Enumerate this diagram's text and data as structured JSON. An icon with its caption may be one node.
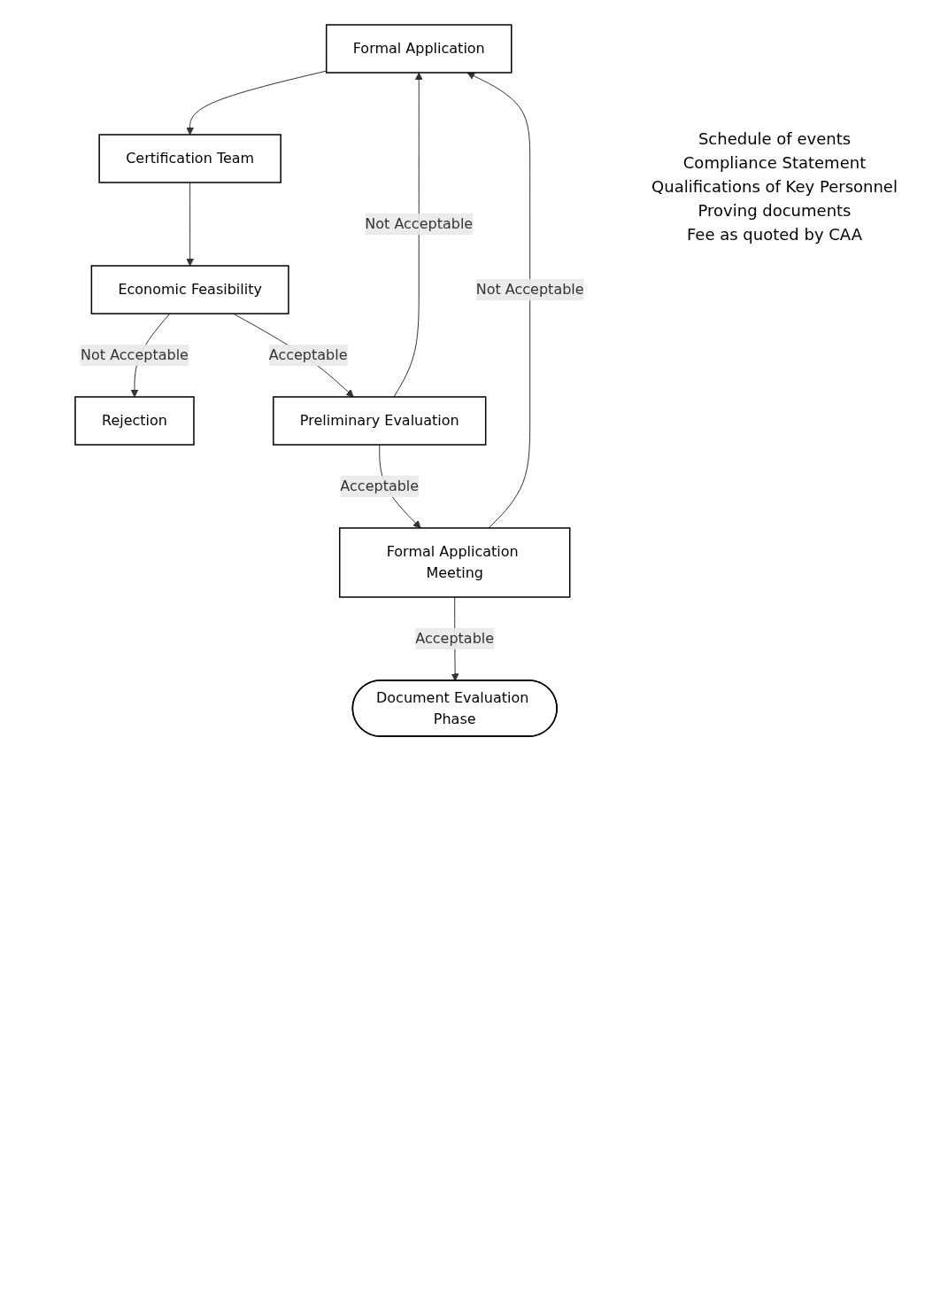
{
  "diagram": {
    "nodes": [
      {
        "text": [
          "Formal Application"
        ]
      },
      {
        "text": [
          "Certification Team"
        ]
      },
      {
        "text": [
          "Economic Feasibility"
        ]
      },
      {
        "text": [
          "Rejection"
        ]
      },
      {
        "text": [
          "Preliminary Evaluation"
        ]
      },
      {
        "text": [
          "Formal Application Meeting"
        ]
      },
      {
        "text": [
          "Document Evaluation Phase"
        ]
      }
    ],
    "edges": [
      {
        "from": 0,
        "to": 1,
        "arrow": "to"
      },
      {
        "from": 1,
        "to": 2,
        "arrow": "to"
      },
      {
        "from": 2,
        "to": 3,
        "arrow": "to",
        "label": "Not Acceptable"
      },
      {
        "from": 2,
        "to": 4,
        "arrow": "to",
        "label": "Acceptable"
      },
      {
        "from": 4,
        "to": 0,
        "arrow": "to",
        "label": "Not Acceptable"
      },
      {
        "from": 4,
        "to": 5,
        "arrow": "to",
        "label": "Acceptable"
      },
      {
        "from": 5,
        "to": 0,
        "arrow": "to",
        "label": "Not Acceptable"
      },
      {
        "from": 5,
        "to": 6,
        "arrow": "to",
        "label": "Acceptable"
      }
    ],
    "labels": [
      "Schedule of events",
      "Compliance Statement",
      "Qualifications of Key Personnel",
      "Proving documents",
      "Fee as quoted by CAA"
    ]
  }
}
